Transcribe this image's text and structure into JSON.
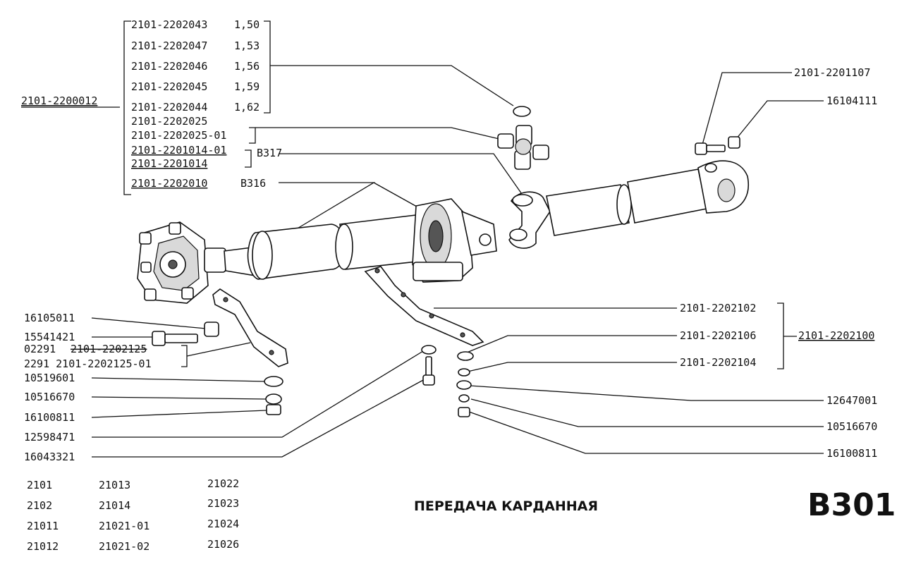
{
  "assembly": {
    "main_label": "2101-2200012"
  },
  "left_group": {
    "sleeves": [
      {
        "part": "2101-2202043",
        "size": "1,50"
      },
      {
        "part": "2101-2202047",
        "size": "1,53"
      },
      {
        "part": "2101-2202046",
        "size": "1,56"
      },
      {
        "part": "2101-2202045",
        "size": "1,59"
      },
      {
        "part": "2101-2202044",
        "size": "1,62"
      }
    ],
    "cross_a": "2101-2202025",
    "cross_b": "2101-2202025-01",
    "yoke_a": "2101-2201014-01",
    "yoke_b": "2101-2201014",
    "yoke_ref": "B317",
    "shaft": "2101-2202010",
    "shaft_ref": "B316"
  },
  "right_top": {
    "bolt": "2101-2201107",
    "nut": "16104111"
  },
  "left_lower": {
    "items": [
      "16105011",
      "15541421",
      "10519601",
      "10516670",
      "16100811",
      "12598471",
      "16043321"
    ],
    "bracket_line1_code": "02291",
    "bracket_line1_part": "2101-2202125",
    "bracket_line2": "2291  2101-2202125-01"
  },
  "right_lower": {
    "group_items": [
      "2101-2202102",
      "2101-2202106",
      "2101-2202104"
    ],
    "group_label": "2101-2202100",
    "items": [
      "12647001",
      "10516670",
      "16100811"
    ]
  },
  "models": [
    [
      "2101",
      "21013",
      "21022"
    ],
    [
      "2102",
      "21014",
      "21023"
    ],
    [
      "21011",
      "21021-01",
      "21024"
    ],
    [
      "21012",
      "21021-02",
      "21026"
    ]
  ],
  "caption": "ПЕРЕДАЧА КАРДАННАЯ",
  "page_code": "B301"
}
